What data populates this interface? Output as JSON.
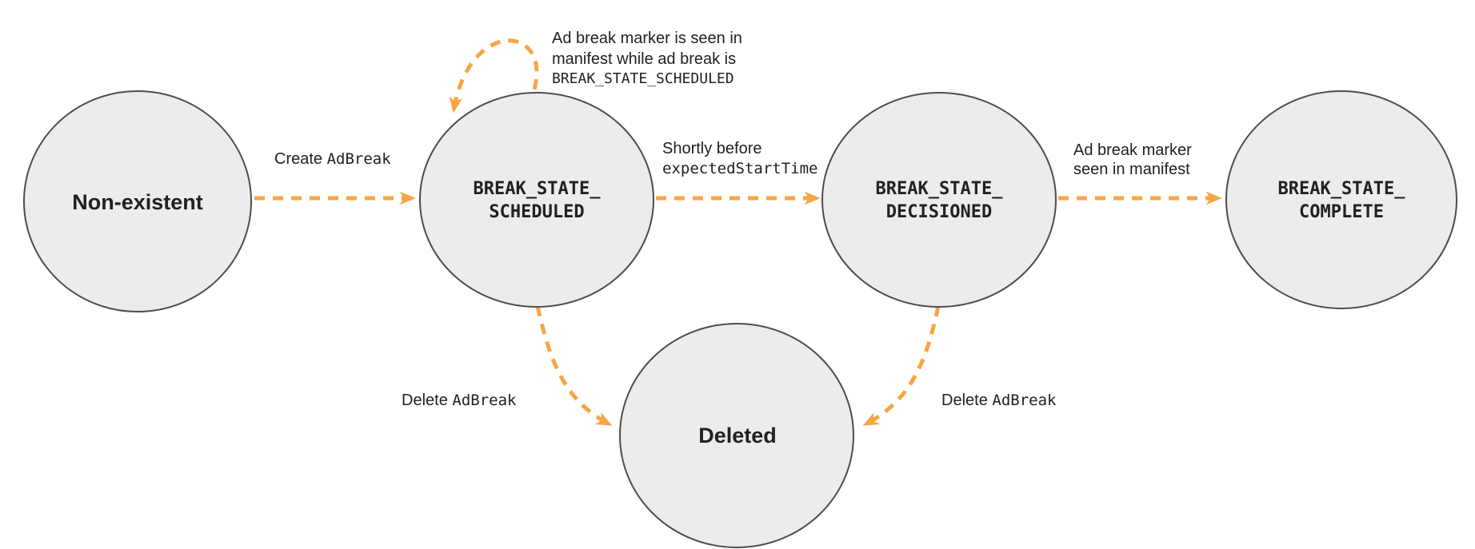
{
  "diagram": {
    "type": "state-diagram",
    "colors": {
      "arrow": "#F8A545",
      "node_fill": "#ECECEC",
      "node_stroke": "#4D4D4D",
      "text": "#202124"
    },
    "nodes": {
      "non_existent": {
        "label": "Non-existent"
      },
      "scheduled": {
        "line1": "BREAK_STATE_",
        "line2": "SCHEDULED"
      },
      "decisioned": {
        "line1": "BREAK_STATE_",
        "line2": "DECISIONED"
      },
      "complete": {
        "line1": "BREAK_STATE_",
        "line2": "COMPLETE"
      },
      "deleted": {
        "label": "Deleted"
      }
    },
    "edges": {
      "create": {
        "plain": "Create ",
        "code": "AdBreak"
      },
      "self_loop": {
        "line1": "Ad break marker is seen in",
        "line2": "manifest while ad break is",
        "code_line": "BREAK_STATE_SCHEDULED"
      },
      "decision": {
        "line1": "Shortly before",
        "code_line": "expectedStartTime"
      },
      "complete": {
        "line1": "Ad break marker",
        "line2": "seen in manifest"
      },
      "delete_left": {
        "plain": "Delete ",
        "code": "AdBreak"
      },
      "delete_right": {
        "plain": "Delete ",
        "code": "AdBreak"
      }
    }
  }
}
